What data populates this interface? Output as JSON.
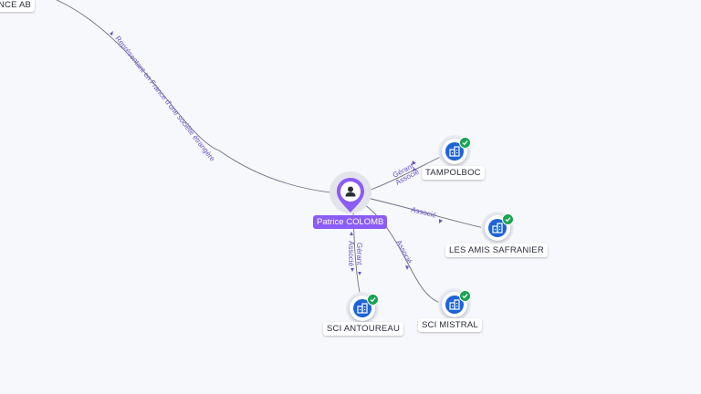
{
  "center": {
    "name": "Patrice COLOMB",
    "icon": "person-icon",
    "color": "#8b5cf6"
  },
  "top_node": {
    "label": "NCE AB"
  },
  "companies": [
    {
      "id": "tampolboc",
      "label": "TAMPOLBOC",
      "icon": "building-icon",
      "verified": true
    },
    {
      "id": "les-amis",
      "label": "LES AMIS SAFRANIER",
      "icon": "building-icon",
      "verified": true
    },
    {
      "id": "mistral",
      "label": "SCI MISTRAL",
      "icon": "building-icon",
      "verified": true
    },
    {
      "id": "antoureau",
      "label": "SCI ANTOUREAU",
      "icon": "building-icon",
      "verified": true
    }
  ],
  "edges": {
    "top": "Représentant en France d'une société étrangère",
    "tampolboc_1": "Gérant",
    "tampolboc_2": "Associé",
    "les_amis": "Associé",
    "mistral": "Associé",
    "antoureau_1": "Gérant",
    "antoureau_2": "Associé"
  },
  "colors": {
    "company": "#1c64d6",
    "verified": "#18a352",
    "edge_label": "#6d54c9",
    "edge": "#6f6f86"
  }
}
